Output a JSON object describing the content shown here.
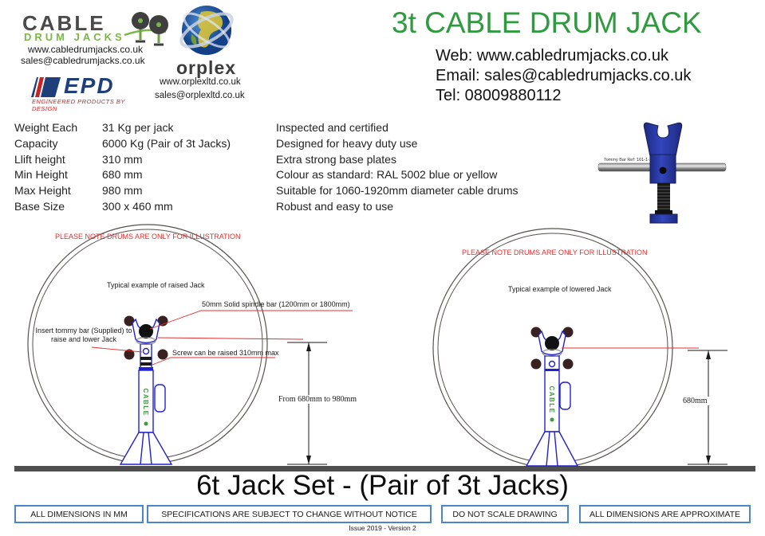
{
  "header": {
    "logo_cdj": {
      "line1": "CABLE",
      "line2": "DRUM JACKS",
      "web": "www.cabledrumjacks.co.uk",
      "email": "sales@cabledrumjacks.co.uk"
    },
    "logo_orplex": {
      "name": "orplex",
      "web": "www.orplexltd.co.uk",
      "email": "sales@orplexltd.co.uk"
    },
    "logo_epd": {
      "name": "EPD",
      "tagline": "ENGINEERED PRODUCTS BY DESIGN"
    },
    "title": "3t CABLE DRUM JACK",
    "contact": {
      "web": "Web: www.cabledrumjacks.co.uk",
      "email": "Email: sales@cabledrumjacks.co.uk",
      "tel": "Tel: 08009880112"
    }
  },
  "specs": {
    "rows": [
      {
        "label": "Weight Each",
        "value": "31 Kg per jack"
      },
      {
        "label": "Capacity",
        "value": "6000 Kg (Pair of 3t Jacks)"
      },
      {
        "label": "Llift height",
        "value": "310 mm"
      },
      {
        "label": "Min Height",
        "value": "680 mm"
      },
      {
        "label": "Max Height",
        "value": "980 mm"
      },
      {
        "label": "Base Size",
        "value": "300 x 460 mm"
      }
    ]
  },
  "features": [
    "Inspected and certified",
    "Designed for heavy duty use",
    "Extra strong base plates",
    "Colour as standard: RAL 5002 blue or yellow",
    "Suitable for 1060-1920mm diameter cable drums",
    "Robust and easy to use"
  ],
  "product_photo": {
    "caption": "Tommy Bar Ref: 101-1-1"
  },
  "drawings": {
    "jack_decal": "CABLE",
    "left": {
      "note": "PLEASE NOTE DRUMS ARE ONLY FOR ILLUSTRATION",
      "caption": "Typical example of raised Jack",
      "ann_spindle": "50mm Solid spindle bar (1200mm or 1800mm)",
      "ann_tommy_line1": "Insert tommy bar (Supplied) to",
      "ann_tommy_line2": "raise and lower Jack",
      "ann_screw": "Screw can be raised 310mm max",
      "dimension": "From 680mm to 980mm"
    },
    "right": {
      "note": "PLEASE NOTE DRUMS ARE ONLY FOR ILLUSTRATION",
      "caption": "Typical example of lowered Jack",
      "dimension": "680mm"
    }
  },
  "footer": {
    "title": "6t Jack Set - (Pair of 3t Jacks)",
    "boxes": [
      "ALL DIMENSIONS IN MM",
      "SPECIFICATIONS ARE SUBJECT TO CHANGE WITHOUT NOTICE",
      "DO NOT SCALE DRAWING",
      "ALL DIMENSIONS ARE APPROXIMATE"
    ],
    "issue": "Issue 2019 - Version 2"
  },
  "colors": {
    "brand_green": "#2e9b3f",
    "logo_green": "#7ab648",
    "note_red": "#e03030",
    "jack_blue": "#2222cc",
    "photo_blue": "#2b3aa0",
    "epd_navy": "#1e3f7a",
    "footer_box_border": "#4a86c8",
    "ground_grey": "#4f4f4f"
  }
}
